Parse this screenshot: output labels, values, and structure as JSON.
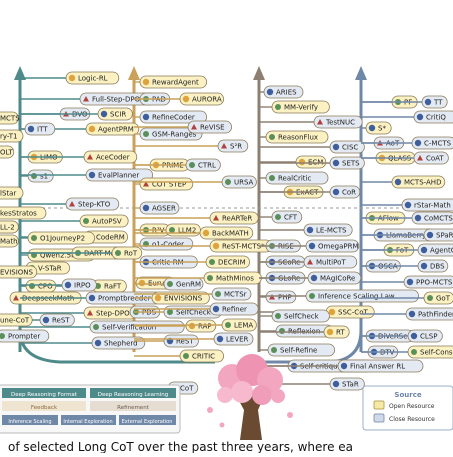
{
  "branches": [
    {
      "id": "deep-reasoning-format",
      "color": "#4f8a8b",
      "nodes": [
        {
          "label": "Logic-RL",
          "source": "open",
          "icon": "sun"
        },
        {
          "label": "Full-Step-DPO",
          "source": "close",
          "icon": "arrow"
        },
        {
          "label": "DVO",
          "source": "close",
          "icon": "arrow"
        },
        {
          "label": "SCIR",
          "source": "open",
          "icon": "gear"
        },
        {
          "label": "AgentPRM",
          "source": "open",
          "icon": "sun"
        },
        {
          "label": "ITT",
          "source": "close",
          "icon": "gear"
        },
        {
          "label": "LIMO",
          "source": "open",
          "icon": "sun"
        },
        {
          "label": "s1",
          "source": "close",
          "icon": "leaf"
        },
        {
          "label": "AceCoder",
          "source": "open",
          "icon": "arrow"
        },
        {
          "label": "EvalPlanner",
          "source": "close",
          "icon": "gear"
        },
        {
          "label": "Step-KTO",
          "source": "close",
          "icon": "arrow"
        },
        {
          "label": "AutoPSV",
          "source": "open",
          "icon": "leaf"
        },
        {
          "label": "CodeRM",
          "source": "open",
          "icon": "leaf"
        },
        {
          "label": "O1JourneyP2",
          "source": "open",
          "icon": "leaf"
        },
        {
          "label": "Qwen2.5Math",
          "source": "open",
          "icon": "leaf"
        },
        {
          "label": "DART-Math",
          "source": "open",
          "icon": "leaf"
        },
        {
          "label": "V-STaR",
          "source": "open",
          "icon": "leaf"
        },
        {
          "label": "RoT",
          "source": "open",
          "icon": "leaf"
        },
        {
          "label": "RaFT",
          "source": "open",
          "icon": "leaf"
        },
        {
          "label": "CPO",
          "source": "open",
          "icon": "leaf"
        },
        {
          "label": "IRPO",
          "source": "close",
          "icon": "gear"
        },
        {
          "label": "DeepseekMath",
          "source": "open",
          "icon": "arrow"
        },
        {
          "label": "Promptbreeder",
          "source": "close",
          "icon": "gear"
        },
        {
          "label": "Step-DPO",
          "source": "open",
          "icon": "arrow"
        },
        {
          "label": "ReST",
          "source": "close",
          "icon": "gear"
        },
        {
          "label": "Self-Verification",
          "source": "close",
          "icon": "leaf"
        },
        {
          "label": "Shepherd",
          "source": "close",
          "icon": "gear"
        },
        {
          "label": "Prompter",
          "source": "close",
          "icon": "leaf"
        }
      ]
    },
    {
      "id": "deep-reasoning-learning",
      "color": "#c9a15a",
      "nodes": [
        {
          "label": "RewardAgent",
          "source": "open",
          "icon": "sun"
        },
        {
          "label": "PAD",
          "source": "close",
          "icon": "leaf"
        },
        {
          "label": "AURORA",
          "source": "open",
          "icon": "sun"
        },
        {
          "label": "RefineCoder",
          "source": "close",
          "icon": "gear"
        },
        {
          "label": "GSM-Ranges",
          "source": "close",
          "icon": "leaf"
        },
        {
          "label": "ReVISE",
          "source": "close",
          "icon": "arrow"
        },
        {
          "label": "S²R",
          "source": "close",
          "icon": "arrow"
        },
        {
          "label": "PRIME",
          "source": "open",
          "icon": "sun"
        },
        {
          "label": "CTRL",
          "source": "close",
          "icon": "leaf"
        },
        {
          "label": "COT STEP",
          "source": "open",
          "icon": "arrow"
        },
        {
          "label": "URSA",
          "source": "close",
          "icon": "leaf"
        },
        {
          "label": "AGSER",
          "source": "close",
          "icon": "gear"
        },
        {
          "label": "R³V",
          "source": "open",
          "icon": "leaf"
        },
        {
          "label": "LLM2",
          "source": "open",
          "icon": "leaf"
        },
        {
          "label": "ReARTeR",
          "source": "open",
          "icon": "arrow"
        },
        {
          "label": "BackMATH",
          "source": "open",
          "icon": "sun"
        },
        {
          "label": "o1-Coder",
          "source": "close",
          "icon": "leaf"
        },
        {
          "label": "ReST-MCTS*",
          "source": "open",
          "icon": "sun"
        },
        {
          "label": "Critic-RM",
          "source": "close",
          "icon": "gear"
        },
        {
          "label": "DECRIM",
          "source": "open",
          "icon": "leaf"
        },
        {
          "label": "Eurus",
          "source": "open",
          "icon": "sun"
        },
        {
          "label": "GenRM",
          "source": "close",
          "icon": "leaf"
        },
        {
          "label": "MathMinos",
          "source": "open",
          "icon": "leaf"
        },
        {
          "label": "ENVISIONS",
          "source": "open",
          "icon": "sun"
        },
        {
          "label": "MCTSr",
          "source": "close",
          "icon": "leaf"
        },
        {
          "label": "PDS",
          "source": "close",
          "icon": "leaf"
        },
        {
          "label": "SelfCheck",
          "source": "close",
          "icon": "leaf"
        },
        {
          "label": "Refiner",
          "source": "close",
          "icon": "gear"
        },
        {
          "label": "RAP",
          "source": "open",
          "icon": "sun"
        },
        {
          "label": "LEMA",
          "source": "open",
          "icon": "leaf"
        },
        {
          "label": "ReST",
          "source": "close",
          "icon": "gear"
        },
        {
          "label": "LEVER",
          "source": "close",
          "icon": "gear"
        },
        {
          "label": "CRITIC",
          "source": "open",
          "icon": "leaf"
        },
        {
          "label": "CoT",
          "source": "close",
          "icon": "gear"
        }
      ]
    },
    {
      "id": "feedback",
      "color": "#8d8072",
      "nodes": [
        {
          "label": "ARIES",
          "source": "close",
          "icon": "gear"
        },
        {
          "label": "MM-Verify",
          "source": "open",
          "icon": "leaf"
        },
        {
          "label": "TestNUC",
          "source": "close",
          "icon": "arrow"
        },
        {
          "label": "ReasonFlux",
          "source": "open",
          "icon": "leaf"
        },
        {
          "label": "CISC",
          "source": "close",
          "icon": "gear"
        },
        {
          "label": "ECM",
          "source": "open",
          "icon": "sun"
        },
        {
          "label": "SETS",
          "source": "close",
          "icon": "gear"
        },
        {
          "label": "RealCritic",
          "source": "close",
          "icon": "leaf"
        },
        {
          "label": "ExACT",
          "source": "open",
          "icon": "sun"
        },
        {
          "label": "CoR",
          "source": "close",
          "icon": "gear"
        },
        {
          "label": "CFT",
          "source": "close",
          "icon": "leaf"
        },
        {
          "label": "LE-MCTS",
          "source": "close",
          "icon": "gear"
        },
        {
          "label": "RISE",
          "source": "close",
          "icon": "leaf"
        },
        {
          "label": "OmegaPRM",
          "source": "close",
          "icon": "gear"
        },
        {
          "label": "SCoRe",
          "source": "close",
          "icon": "gear"
        },
        {
          "label": "MultiPoT",
          "source": "close",
          "icon": "arrow"
        },
        {
          "label": "GLoRe",
          "source": "close",
          "icon": "gear"
        },
        {
          "label": "MAgICoRe",
          "source": "close",
          "icon": "gear"
        },
        {
          "label": "PHP",
          "source": "close",
          "icon": "arrow"
        },
        {
          "label": "Inference Scaling Law",
          "source": "close",
          "icon": "leaf"
        },
        {
          "label": "SSC-CoT",
          "source": "open",
          "icon": "sun"
        },
        {
          "label": "SelfCheck",
          "source": "close",
          "icon": "leaf"
        },
        {
          "label": "Reflexion",
          "source": "close",
          "icon": "leaf"
        },
        {
          "label": "RT",
          "source": "open",
          "icon": "sun"
        },
        {
          "label": "Self-Refine",
          "source": "close",
          "icon": "leaf"
        },
        {
          "label": "Self-critiquing",
          "source": "close",
          "icon": "gear"
        },
        {
          "label": "Final Answer RL",
          "source": "close",
          "icon": "gear"
        },
        {
          "label": "STaR",
          "source": "close",
          "icon": "gear"
        }
      ]
    },
    {
      "id": "refinement-exploration",
      "color": "#7088a8",
      "nodes": [
        {
          "label": "PF",
          "source": "open",
          "icon": "leaf"
        },
        {
          "label": "TT",
          "source": "close",
          "icon": "gear"
        },
        {
          "label": "CritiQ",
          "source": "close",
          "icon": "gear"
        },
        {
          "label": "S*",
          "source": "open",
          "icon": "gear"
        },
        {
          "label": "AoT",
          "source": "close",
          "icon": "arrow"
        },
        {
          "label": "C-MCTS",
          "source": "close",
          "icon": "gear"
        },
        {
          "label": "QLASS",
          "source": "open",
          "icon": "sun"
        },
        {
          "label": "CoAT",
          "source": "close",
          "icon": "arrow"
        },
        {
          "label": "MCTS-AHD",
          "source": "open",
          "icon": "gear"
        },
        {
          "label": "rStar-Math",
          "source": "close",
          "icon": "gear"
        },
        {
          "label": "AFlow",
          "source": "open",
          "icon": "leaf"
        },
        {
          "label": "CoMCTS",
          "source": "close",
          "icon": "gear"
        },
        {
          "label": "LlamaBerry",
          "source": "close",
          "icon": "gear"
        },
        {
          "label": "SPaR",
          "source": "close",
          "icon": "gear"
        },
        {
          "label": "FoT",
          "source": "open",
          "icon": "leaf"
        },
        {
          "label": "AgentQ",
          "source": "close",
          "icon": "gear"
        },
        {
          "label": "OSCA",
          "source": "close",
          "icon": "gear"
        },
        {
          "label": "DBS",
          "source": "close",
          "icon": "gear"
        },
        {
          "label": "PPO-MCTS",
          "source": "close",
          "icon": "gear"
        },
        {
          "label": "GoT",
          "source": "open",
          "icon": "leaf"
        },
        {
          "label": "PathFinder",
          "source": "close",
          "icon": "gear"
        },
        {
          "label": "DiVeRSe",
          "source": "close",
          "icon": "gear"
        },
        {
          "label": "CLSP",
          "source": "close",
          "icon": "gear"
        },
        {
          "label": "DTV",
          "source": "close",
          "icon": "gear"
        },
        {
          "label": "Self-Consi",
          "source": "open",
          "icon": "leaf"
        }
      ]
    }
  ],
  "left_cut_labels": [
    "MCTS",
    "ry-T1",
    "OLT",
    "LL-2",
    "lStar",
    "kesStratos",
    "LL-2",
    "Math",
    "EVISIONS",
    "une-CoT"
  ],
  "categories": {
    "top": [
      "Deep Reasoning Format",
      "Deep Reasoning Learning"
    ],
    "middle": [
      "Feedback",
      "Refinement"
    ],
    "bottom": [
      "Inference Scaling",
      "Internal Exploration",
      "External Exploration"
    ]
  },
  "legend": {
    "title": "Source",
    "items": [
      {
        "label": "Open Resource",
        "color": "#f6e9a6"
      },
      {
        "label": "Close Resource",
        "color": "#cfd9e8"
      }
    ]
  },
  "caption": "of selected Long CoT over the past three years, where ea",
  "colors": {
    "open_fill": "#fbf1c2",
    "close_fill": "#e4eaf3",
    "node_border": "#8a7a58",
    "tree": "#f0a8bf",
    "trunk": "#6b4a32"
  }
}
